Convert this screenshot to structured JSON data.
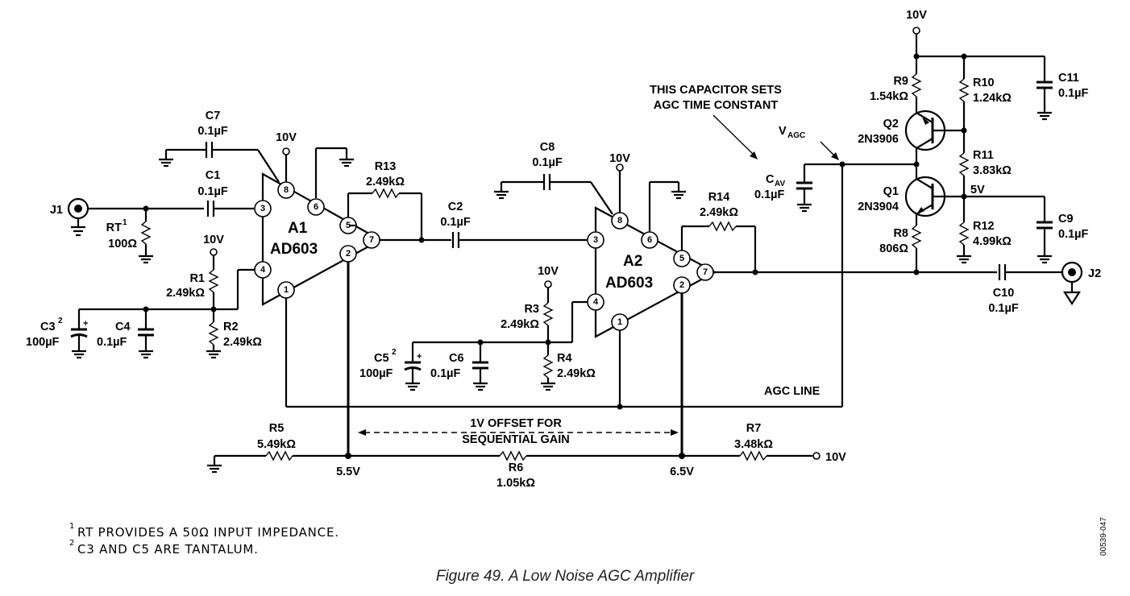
{
  "labels": {
    "supply_10v": "10V",
    "j1": "J1",
    "j2": "J2",
    "rt_name": "RT",
    "rt_sup": "1",
    "rt_val": "100Ω",
    "c7_name": "C7",
    "c7_val": "0.1µF",
    "c1_name": "C1",
    "c1_val": "0.1µF",
    "r1_name": "R1",
    "r1_val": "2.49kΩ",
    "r2_name": "R2",
    "r2_val": "2.49kΩ",
    "c3_name": "C3",
    "c3_sup": "2",
    "c3_val": "100µF",
    "c4_name": "C4",
    "c4_val": "0.1µF",
    "r13_name": "R13",
    "r13_val": "2.49kΩ",
    "c2_name": "C2",
    "c2_val": "0.1µF",
    "c8_name": "C8",
    "c8_val": "0.1µF",
    "r3_name": "R3",
    "r3_val": "2.49kΩ",
    "r4_name": "R4",
    "r4_val": "2.49kΩ",
    "c5_name": "C5",
    "c5_sup": "2",
    "c5_val": "100µF",
    "c6_name": "C6",
    "c6_val": "0.1µF",
    "r14_name": "R14",
    "r14_val": "2.49kΩ",
    "cav_name": "C",
    "cav_sub": "AV",
    "cav_val": "0.1µF",
    "vagc_name": "V",
    "vagc_sub": "AGC",
    "cap_note_1": "THIS CAPACITOR SETS",
    "cap_note_2": "AGC TIME CONSTANT",
    "r9_name": "R9",
    "r9_val": "1.54kΩ",
    "r10_name": "R10",
    "r10_val": "1.24kΩ",
    "c11_name": "C11",
    "c11_val": "0.1µF",
    "q2_name": "Q2",
    "q2_val": "2N3906",
    "r11_name": "R11",
    "r11_val": "3.83kΩ",
    "q1_name": "Q1",
    "q1_val": "2N3904",
    "node_5v": "5V",
    "r8_name": "R8",
    "r8_val": "806Ω",
    "r12_name": "R12",
    "r12_val": "4.99kΩ",
    "c9_name": "C9",
    "c9_val": "0.1µF",
    "c10_name": "C10",
    "c10_val": "0.1µF",
    "a1_name": "A1",
    "a1_part": "AD603",
    "a2_name": "A2",
    "a2_part": "AD603",
    "agc_line": "AGC LINE",
    "offset_1": "1V OFFSET FOR",
    "offset_2": "SEQUENTIAL GAIN",
    "r5_name": "R5",
    "r5_val": "5.49kΩ",
    "r6_name": "R6",
    "r6_val": "1.05kΩ",
    "r7_name": "R7",
    "r7_val": "3.48kΩ",
    "node_5_5v": "5.5V",
    "node_6_5v": "6.5V"
  },
  "pins": {
    "a1": [
      "8",
      "6",
      "3",
      "5",
      "7",
      "2",
      "4",
      "1"
    ],
    "a2": [
      "8",
      "6",
      "3",
      "5",
      "7",
      "2",
      "4",
      "1"
    ]
  },
  "footnotes": [
    {
      "mark": "1",
      "text": "RT PROVIDES A 50Ω INPUT IMPEDANCE."
    },
    {
      "mark": "2",
      "text": "C3 AND C5 ARE TANTALUM."
    }
  ],
  "figure_code": "00539-047",
  "caption": "Figure 49. A Low Noise AGC Amplifier"
}
